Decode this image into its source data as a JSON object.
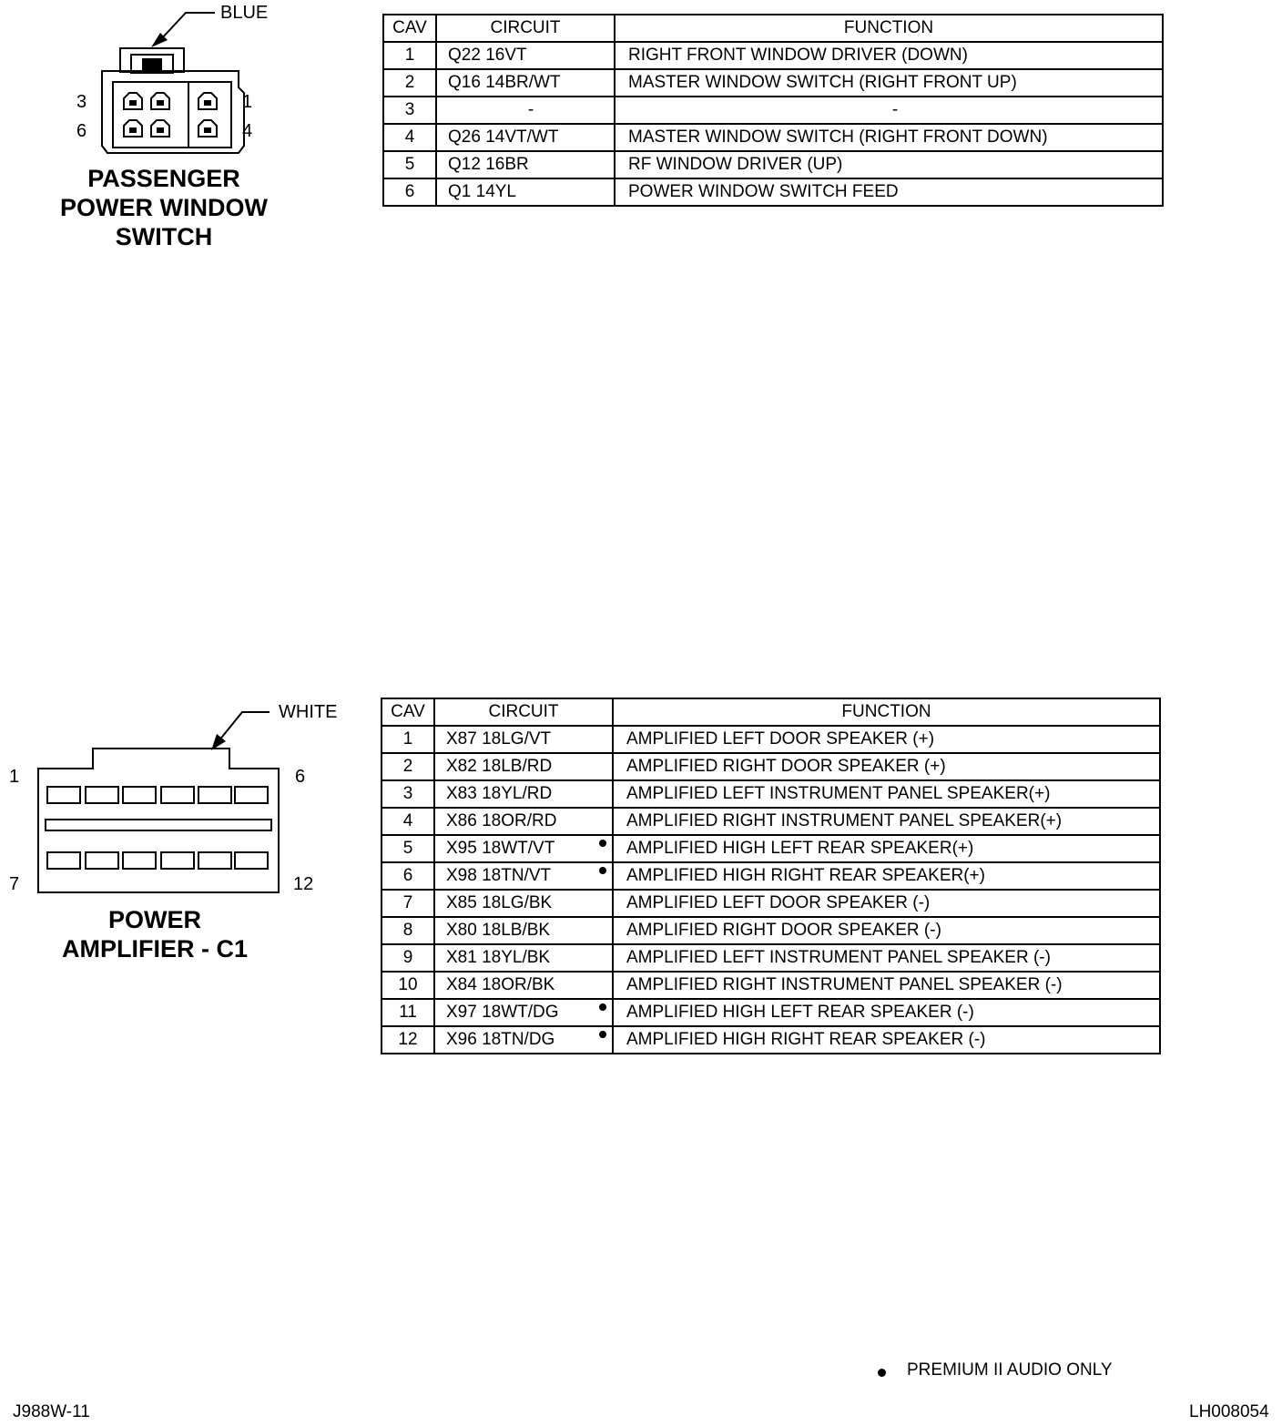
{
  "connector1": {
    "color_label": "BLUE",
    "pins": {
      "top_left": "3",
      "bottom_left": "6",
      "top_right": "1",
      "bottom_right": "4"
    },
    "title_lines": [
      "PASSENGER",
      "POWER WINDOW",
      "SWITCH"
    ],
    "headers": {
      "cav": "CAV",
      "circuit": "CIRCUIT",
      "function": "FUNCTION"
    },
    "rows": [
      {
        "cav": "1",
        "circuit": "Q22 16VT",
        "function": "RIGHT FRONT WINDOW DRIVER (DOWN)"
      },
      {
        "cav": "2",
        "circuit": "Q16 14BR/WT",
        "function": "MASTER WINDOW SWITCH (RIGHT FRONT UP)"
      },
      {
        "cav": "3",
        "circuit": "-",
        "function": "-"
      },
      {
        "cav": "4",
        "circuit": "Q26 14VT/WT",
        "function": "MASTER WINDOW SWITCH (RIGHT FRONT DOWN)"
      },
      {
        "cav": "5",
        "circuit": "Q12 16BR",
        "function": "RF WINDOW DRIVER (UP)"
      },
      {
        "cav": "6",
        "circuit": "Q1 14YL",
        "function": "POWER WINDOW SWITCH FEED"
      }
    ]
  },
  "connector2": {
    "color_label": "WHITE",
    "pins": {
      "top_left": "1",
      "top_right": "6",
      "bottom_left": "7",
      "bottom_right": "12"
    },
    "title_lines": [
      "POWER",
      "AMPLIFIER - C1"
    ],
    "headers": {
      "cav": "CAV",
      "circuit": "CIRCUIT",
      "function": "FUNCTION"
    },
    "rows": [
      {
        "cav": "1",
        "circuit": "X87 18LG/VT",
        "function": "AMPLIFIED LEFT DOOR SPEAKER (+)",
        "premium": false
      },
      {
        "cav": "2",
        "circuit": "X82 18LB/RD",
        "function": "AMPLIFIED RIGHT DOOR SPEAKER (+)",
        "premium": false
      },
      {
        "cav": "3",
        "circuit": "X83 18YL/RD",
        "function": "AMPLIFIED LEFT INSTRUMENT PANEL SPEAKER(+)",
        "premium": false
      },
      {
        "cav": "4",
        "circuit": "X86 18OR/RD",
        "function": "AMPLIFIED RIGHT INSTRUMENT PANEL SPEAKER(+)",
        "premium": false
      },
      {
        "cav": "5",
        "circuit": "X95 18WT/VT",
        "function": "AMPLIFIED HIGH LEFT REAR SPEAKER(+)",
        "premium": true
      },
      {
        "cav": "6",
        "circuit": "X98 18TN/VT",
        "function": "AMPLIFIED HIGH RIGHT REAR SPEAKER(+)",
        "premium": true
      },
      {
        "cav": "7",
        "circuit": "X85 18LG/BK",
        "function": "AMPLIFIED LEFT DOOR SPEAKER (-)",
        "premium": false
      },
      {
        "cav": "8",
        "circuit": "X80 18LB/BK",
        "function": "AMPLIFIED RIGHT DOOR SPEAKER (-)",
        "premium": false
      },
      {
        "cav": "9",
        "circuit": "X81 18YL/BK",
        "function": "AMPLIFIED LEFT INSTRUMENT PANEL SPEAKER (-)",
        "premium": false
      },
      {
        "cav": "10",
        "circuit": "X84 18OR/BK",
        "function": "AMPLIFIED RIGHT INSTRUMENT PANEL SPEAKER (-)",
        "premium": false
      },
      {
        "cav": "11",
        "circuit": "X97 18WT/DG",
        "function": "AMPLIFIED HIGH LEFT REAR SPEAKER (-)",
        "premium": true
      },
      {
        "cav": "12",
        "circuit": "X96 18TN/DG",
        "function": "AMPLIFIED HIGH RIGHT REAR SPEAKER (-)",
        "premium": true
      }
    ]
  },
  "legend": {
    "note": "PREMIUM II AUDIO ONLY"
  },
  "footer": {
    "left_code": "J988W-11",
    "right_code": "LH008054"
  }
}
